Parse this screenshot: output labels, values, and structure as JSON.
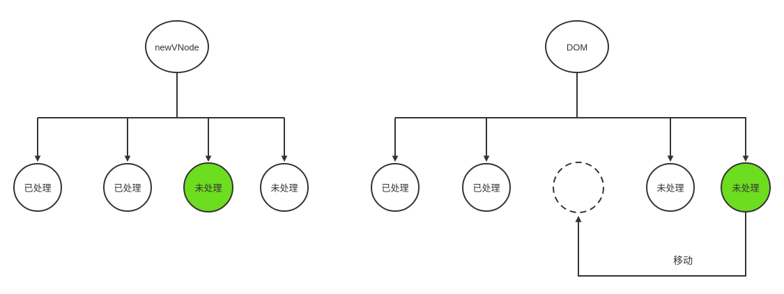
{
  "colors": {
    "background": "#ffffff",
    "stroke": "#333333",
    "text": "#333333",
    "node_fill": "#ffffff",
    "highlight_fill": "#6ddd1f"
  },
  "left_tree": {
    "root_label": "newVNode",
    "children": [
      {
        "label": "已处理",
        "highlighted": false
      },
      {
        "label": "已处理",
        "highlighted": false
      },
      {
        "label": "未处理",
        "highlighted": true
      },
      {
        "label": "未处理",
        "highlighted": false
      }
    ]
  },
  "right_tree": {
    "root_label": "DOM",
    "children": [
      {
        "label": "已处理",
        "highlighted": false
      },
      {
        "label": "已处理",
        "highlighted": false
      },
      {
        "label": "",
        "placeholder": true
      },
      {
        "label": "未处理",
        "highlighted": false
      },
      {
        "label": "未处理",
        "highlighted": true
      }
    ]
  },
  "move_arrow": {
    "label": "移动"
  }
}
